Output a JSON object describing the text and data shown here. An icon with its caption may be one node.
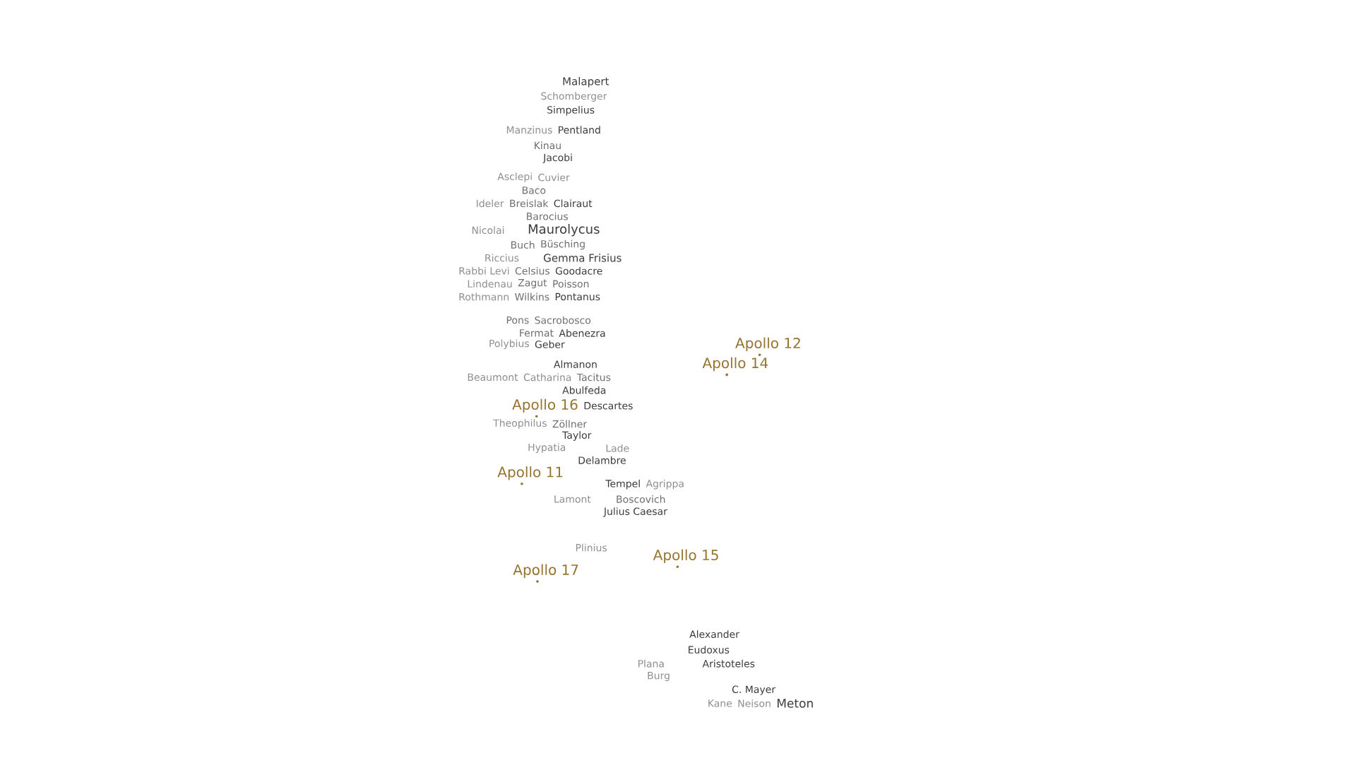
{
  "diagram": {
    "labels": [
      "Malapert",
      "Schomberger",
      "Simpelius",
      "Manzinus",
      "Pentland",
      "Kinau",
      "Jacobi",
      "Asclepi",
      "Cuvier",
      "Baco",
      "Ideler",
      "Breislak",
      "Clairaut",
      "Barocius",
      "Nicolai",
      "Maurolycus",
      "Buch",
      "Büsching",
      "Riccius",
      "Gemma Frisius",
      "Rabbi Levi",
      "Celsius",
      "Goodacre",
      "Lindenau",
      "Zagut",
      "Poisson",
      "Rothmann",
      "Wilkins",
      "Pontanus",
      "Pons",
      "Sacrobosco",
      "Fermat",
      "Abenezra",
      "Polybius",
      "Geber",
      "Apollo 12",
      "Almanon",
      "Apollo 14",
      "Beaumont",
      "Catharina",
      "Tacitus",
      "Abulfeda",
      "Apollo 16",
      "Descartes",
      "Theophilus",
      "Zöllner",
      "Taylor",
      "Hypatia",
      "Lade",
      "Delambre",
      "Apollo 11",
      "Tempel",
      "Agrippa",
      "Lamont",
      "Boscovich",
      "Julius Caesar",
      "Plinius",
      "Apollo 15",
      "Apollo 17",
      "Alexander",
      "Eudoxus",
      "Plana",
      "Aristoteles",
      "Burg",
      "C. Mayer",
      "Kane",
      "Neison",
      "Meton"
    ]
  }
}
